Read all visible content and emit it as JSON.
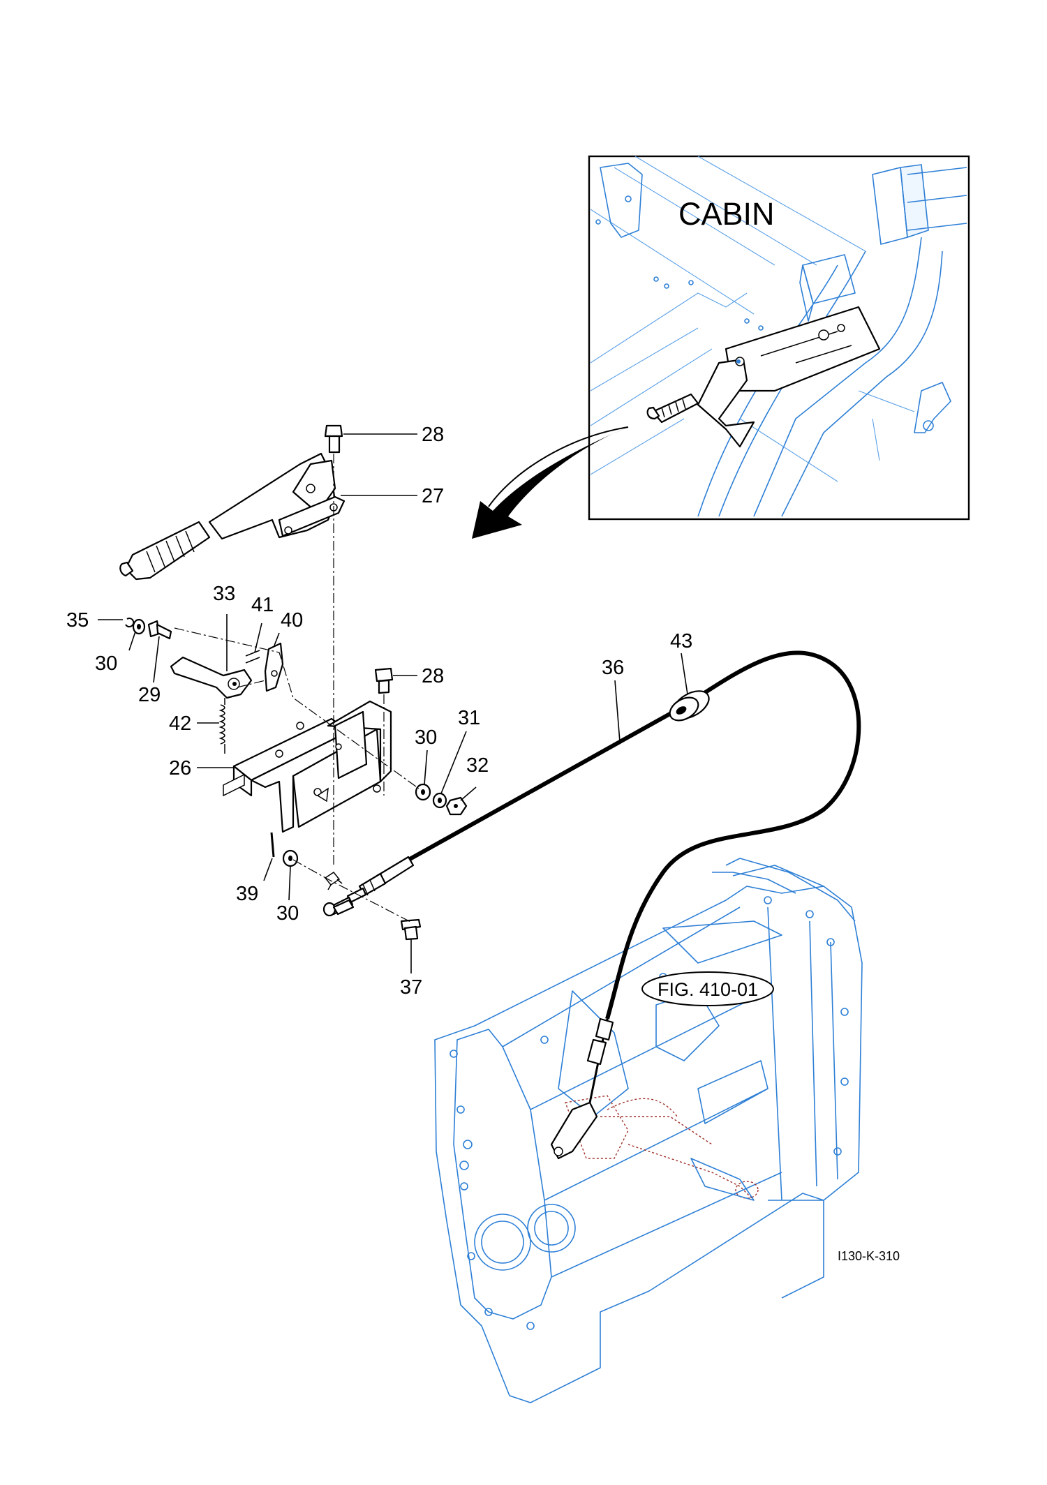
{
  "inset": {
    "title": "CABIN"
  },
  "reference": {
    "label": "FIG. 410-01"
  },
  "drawing_code": "I130-K-310",
  "callouts": [
    {
      "id": "c28a",
      "text": "28"
    },
    {
      "id": "c27",
      "text": "27"
    },
    {
      "id": "c33",
      "text": "33"
    },
    {
      "id": "c41",
      "text": "41"
    },
    {
      "id": "c40",
      "text": "40"
    },
    {
      "id": "c35",
      "text": "35"
    },
    {
      "id": "c30a",
      "text": "30"
    },
    {
      "id": "c29",
      "text": "29"
    },
    {
      "id": "c42",
      "text": "42"
    },
    {
      "id": "c26",
      "text": "26"
    },
    {
      "id": "c28b",
      "text": "28"
    },
    {
      "id": "c30b",
      "text": "30"
    },
    {
      "id": "c31",
      "text": "31"
    },
    {
      "id": "c32",
      "text": "32"
    },
    {
      "id": "c39",
      "text": "39"
    },
    {
      "id": "c30c",
      "text": "30"
    },
    {
      "id": "c37",
      "text": "37"
    },
    {
      "id": "c43",
      "text": "43"
    },
    {
      "id": "c36",
      "text": "36"
    }
  ],
  "colors": {
    "housing_line": "#2d7fd6",
    "part_line": "#000000",
    "hidden_line": "#a0302a"
  }
}
